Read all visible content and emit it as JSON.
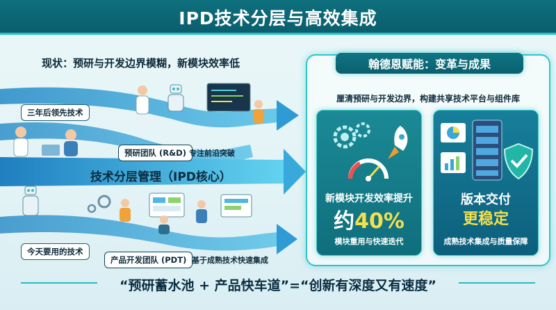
{
  "header": {
    "title": "IPD技术分层与高效集成"
  },
  "left": {
    "status": "现状：预研与开发边界模糊，新模块效率低",
    "tag_future": "三年后领先技术",
    "team_rd": "预研团队 (R&D)",
    "team_rd_note": "专注前沿突破",
    "core": "技术分层管理（IPD核心）",
    "tag_today": "今天要用的技术",
    "team_pdt": "产品开发团队 (PDT)",
    "team_pdt_note": "基于成熟技术快速集成"
  },
  "right": {
    "title": "翰德恩赋能：变革与成果",
    "subtitle": "厘清预研与开发边界，构建共享技术平台与组件库",
    "card1": {
      "line1": "新模块开发效率提升",
      "prefix": "约",
      "value": "40%",
      "note": "模块重用与快速迭代"
    },
    "card2": {
      "line1": "版本交付",
      "line2": "更稳定",
      "note": "成熟技术集成与质量保障"
    }
  },
  "footer": {
    "slogan": "“预研蓄水池 + 产品快车道”=“创新有深度又有速度”"
  },
  "colors": {
    "header": "#0e6f7d",
    "accent": "#2ec5c9",
    "highlight": "#f4e04d",
    "stream": "#3aa7d8"
  },
  "icons": [
    "robot-icon",
    "scientist-icon",
    "developer-icon",
    "monitor-icon",
    "gear-icon",
    "rocket-icon",
    "speedometer-icon",
    "server-rack-icon",
    "shield-check-icon",
    "bar-chart-icon",
    "pie-chart-icon"
  ]
}
